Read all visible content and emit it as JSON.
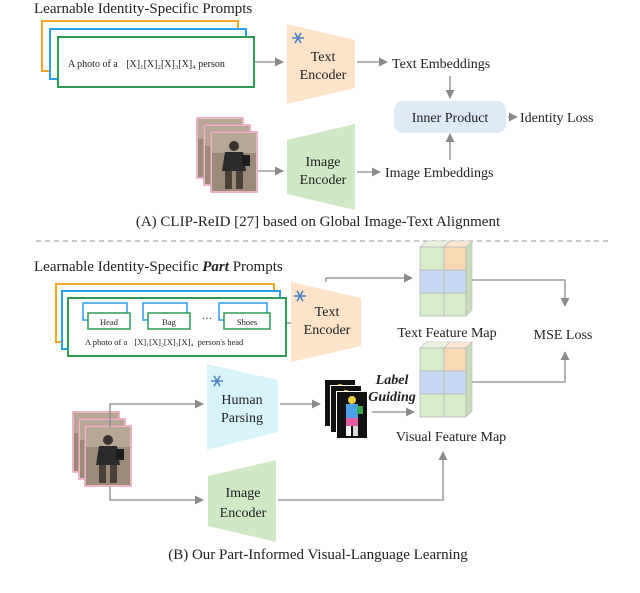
{
  "section_a": {
    "heading": "Learnable Identity-Specific Prompts",
    "prompt_prefix": "A photo of a",
    "prompt_tokens": "[X]₁[X]₂[X]₃[X]₄",
    "prompt_suffix": "person",
    "text_encoder_line1": "Text",
    "text_encoder_line2": "Encoder",
    "text_embeddings": "Text Embeddings",
    "inner_product": "Inner Product",
    "identity_loss": "Identity Loss",
    "image_encoder_line1": "Image",
    "image_encoder_line2": "Encoder",
    "image_embeddings": "Image Embeddings",
    "caption": "(A) CLIP-ReID [27] based on Global Image-Text Alignment"
  },
  "section_b": {
    "heading_pre": "Learnable Identity-Specific ",
    "heading_emph": "Part",
    "heading_post": " Prompts",
    "part_tags": [
      "Head",
      "Bag",
      "Shoes"
    ],
    "ellipsis": "…",
    "part_prompt_prefix": "A photo of a",
    "part_prompt_tokens": "[X]₁[X]₂[X]₃[X]₄",
    "part_prompt_suffix": "person's head",
    "text_encoder_line1": "Text",
    "text_encoder_line2": "Encoder",
    "text_feature_map": "Text Feature Map",
    "mse_loss": "MSE Loss",
    "human_parsing_line1": "Human",
    "human_parsing_line2": "Parsing",
    "label_guiding_line1": "Label",
    "label_guiding_line2": "Guiding",
    "visual_feature_map": "Visual Feature Map",
    "image_encoder_line1": "Image",
    "image_encoder_line2": "Encoder",
    "caption": "(B) Our Part-Informed Visual-Language Learning"
  },
  "colors": {
    "prompt_orange": "#f5a623",
    "prompt_blue": "#2e9cf0",
    "prompt_green": "#2e9a55",
    "text_encoder": "#fde3c8",
    "image_encoder": "#cfe9c4",
    "human_parsing": "#d8f4fb",
    "inner_product_box": "#dfeaf7",
    "feature_orange": "#fbd8b4",
    "feature_blue": "#c5daf2",
    "feature_green": "#d7ecc9",
    "frozen_icon": "#4f86c6",
    "arrow": "#8a8a8a"
  },
  "icons": {
    "frozen": "snowflake-icon",
    "person_image": "person-photo-icon",
    "parsing_mask": "parsing-mask-icon"
  }
}
